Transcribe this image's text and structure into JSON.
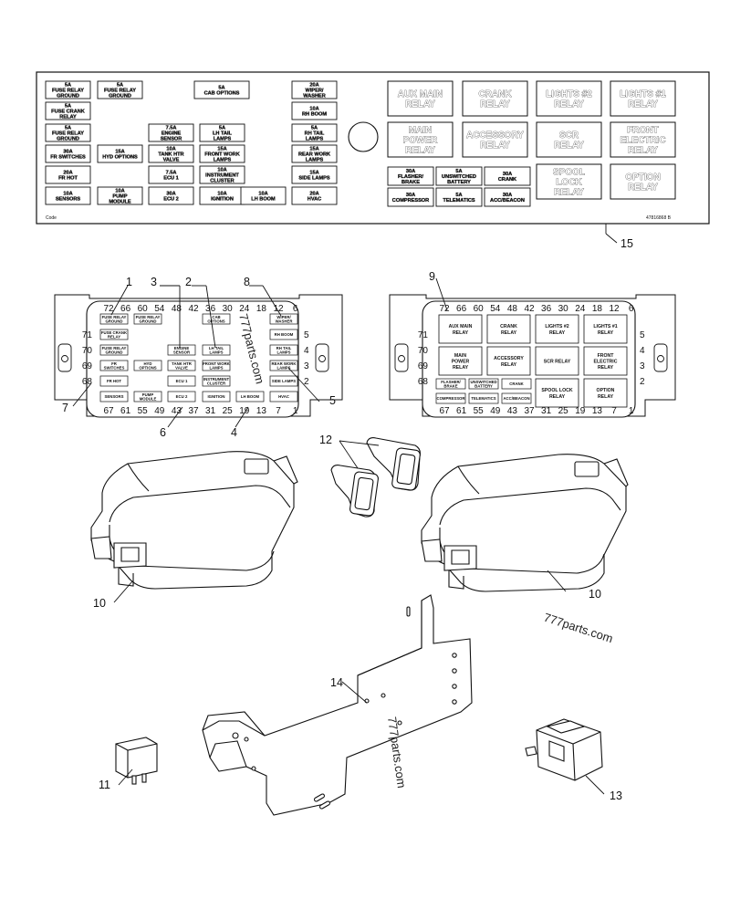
{
  "panel15": {
    "code_label": "Code",
    "part_code": "47816868 B",
    "fuses_left": [
      {
        "t1": "5A",
        "t2": "FUSE RELAY",
        "t3": "GROUND"
      },
      {
        "t1": "5A",
        "t2": "FUSE RELAY",
        "t3": "GROUND"
      },
      {
        "t1": "5A",
        "t2": "FUSE CRANK",
        "t3": "RELAY"
      },
      {
        "t1": "5A",
        "t2": "FUSE RELAY",
        "t3": "GROUND"
      },
      {
        "t1": "30A",
        "t2": "FR SWITCHES",
        "t3": ""
      },
      {
        "t1": "15A",
        "t2": "HYD OPTIONS",
        "t3": ""
      },
      {
        "t1": "7.5A",
        "t2": "ENGINE",
        "t3": "SENSOR"
      },
      {
        "t1": "5A",
        "t2": "LH TAIL",
        "t3": "LAMPS"
      },
      {
        "t1": "10A",
        "t2": "TANK HTR",
        "t3": "VALVE"
      },
      {
        "t1": "15A",
        "t2": "FRONT WORK",
        "t3": "LAMPS"
      },
      {
        "t1": "20A",
        "t2": "FR HOT",
        "t3": ""
      },
      {
        "t1": "7.5A",
        "t2": "ECU 1",
        "t3": ""
      },
      {
        "t1": "10A",
        "t2": "INSTRUMENT",
        "t3": "CLUSTER"
      },
      {
        "t1": "10A",
        "t2": "SENSORS",
        "t3": ""
      },
      {
        "t1": "10A",
        "t2": "PUMP",
        "t3": "MODULE"
      },
      {
        "t1": "30A",
        "t2": "ECU 2",
        "t3": ""
      },
      {
        "t1": "10A",
        "t2": "IGNITION",
        "t3": ""
      },
      {
        "t1": "10A",
        "t2": "LH BOOM",
        "t3": ""
      },
      {
        "t1": "20A",
        "t2": "HVAC",
        "t3": ""
      },
      {
        "t1": "5A",
        "t2": "CAB OPTIONS",
        "t3": ""
      },
      {
        "t1": "20A",
        "t2": "WIPER/",
        "t3": "WASHER"
      },
      {
        "t1": "10A",
        "t2": "RH BOOM",
        "t3": ""
      },
      {
        "t1": "5A",
        "t2": "RH TAIL",
        "t3": "LAMPS"
      },
      {
        "t1": "15A",
        "t2": "REAR WORK",
        "t3": "LAMPS"
      },
      {
        "t1": "15A",
        "t2": "SIDE LAMPS",
        "t3": ""
      }
    ],
    "relays": [
      {
        "l1": "AUX MAIN",
        "l2": "RELAY",
        "l3": ""
      },
      {
        "l1": "CRANK",
        "l2": "RELAY",
        "l3": ""
      },
      {
        "l1": "LIGHTS #2",
        "l2": "RELAY",
        "l3": ""
      },
      {
        "l1": "LIGHTS #1",
        "l2": "RELAY",
        "l3": ""
      },
      {
        "l1": "MAIN",
        "l2": "POWER",
        "l3": "RELAY"
      },
      {
        "l1": "ACCESSORY",
        "l2": "RELAY",
        "l3": ""
      },
      {
        "l1": "SCR",
        "l2": "RELAY",
        "l3": ""
      },
      {
        "l1": "FRONT",
        "l2": "ELECTRIC",
        "l3": "RELAY"
      },
      {
        "l1": "SPOOL",
        "l2": "LOCK",
        "l3": "RELAY"
      },
      {
        "l1": "OPTION",
        "l2": "RELAY",
        "l3": ""
      }
    ],
    "small_fuses": [
      {
        "t1": "30A",
        "t2": "FLASHER/",
        "t3": "BRAKE"
      },
      {
        "t1": "5A",
        "t2": "UNSWITCHED",
        "t3": "BATTERY"
      },
      {
        "t1": "30A",
        "t2": "CRANK",
        "t3": ""
      },
      {
        "t1": "30A",
        "t2": "COMPRESSOR",
        "t3": ""
      },
      {
        "t1": "5A",
        "t2": "TELEMATICS",
        "t3": ""
      },
      {
        "t1": "30A",
        "t2": "ACC/BEACON",
        "t3": ""
      }
    ]
  },
  "box_left": {
    "top_numbers": [
      "72",
      "66",
      "60",
      "54",
      "48",
      "42",
      "36",
      "30",
      "24",
      "18",
      "12",
      "6"
    ],
    "bottom_numbers": [
      "67",
      "61",
      "55",
      "49",
      "43",
      "37",
      "31",
      "25",
      "19",
      "13",
      "7",
      "1"
    ],
    "left_numbers": [
      "71",
      "70",
      "69",
      "68"
    ],
    "right_numbers": [
      "5",
      "4",
      "3",
      "2"
    ],
    "labels": [
      "FUSE RELAY GROUND",
      "FUSE RELAY GROUND",
      "CAB OPTIONS",
      "WIPER/ WASHER",
      "FUSE CRANK RELAY",
      "RH BOOM",
      "FUSE RELAY GROUND",
      "ENGINE SENSOR",
      "LH TAIL LAMPS",
      "RH TAIL LAMPS",
      "FR SWITCHES",
      "HYD OPTIONS",
      "TANK HTR VALVE",
      "FRONT WORK LAMPS",
      "REAR WORK LAMPS",
      "FR HOT",
      "ECU 1",
      "INSTRUMENT CLUSTER",
      "SIDE LAMPS",
      "SENSORS",
      "PUMP MODULE",
      "ECU 2",
      "IGNITION",
      "LH BOOM",
      "HVAC"
    ]
  },
  "box_right": {
    "top_numbers": [
      "72",
      "66",
      "60",
      "54",
      "48",
      "42",
      "36",
      "30",
      "24",
      "18",
      "12",
      "6"
    ],
    "bottom_numbers": [
      "67",
      "61",
      "55",
      "49",
      "43",
      "37",
      "31",
      "25",
      "19",
      "13",
      "7",
      "1"
    ],
    "left_numbers": [
      "71",
      "70",
      "69",
      "68"
    ],
    "right_numbers": [
      "5",
      "4",
      "3",
      "2"
    ],
    "relays": [
      {
        "l1": "AUX MAIN",
        "l2": "RELAY",
        "l3": ""
      },
      {
        "l1": "CRANK",
        "l2": "RELAY",
        "l3": ""
      },
      {
        "l1": "LIGHTS #2",
        "l2": "RELAY",
        "l3": ""
      },
      {
        "l1": "LIGHTS #1",
        "l2": "RELAY",
        "l3": ""
      },
      {
        "l1": "MAIN",
        "l2": "POWER",
        "l3": "RELAY"
      },
      {
        "l1": "ACCESSORY",
        "l2": "RELAY",
        "l3": ""
      },
      {
        "l1": "SCR RELAY",
        "l2": "",
        "l3": ""
      },
      {
        "l1": "FRONT",
        "l2": "ELECTRIC",
        "l3": "RELAY"
      },
      {
        "l1": "SPOOL LOCK",
        "l2": "RELAY",
        "l3": ""
      },
      {
        "l1": "OPTION",
        "l2": "RELAY",
        "l3": ""
      }
    ],
    "small": [
      "FLASHER/ BRAKE",
      "UNSWITCHED BATTERY",
      "CRANK",
      "COMPRESSOR",
      "TELEMATICS",
      "ACC/BEACON"
    ]
  },
  "callouts": [
    "1",
    "2",
    "3",
    "4",
    "5",
    "6",
    "7",
    "8",
    "9",
    "10",
    "10",
    "11",
    "12",
    "13",
    "14",
    "15"
  ],
  "watermark": "777parts.com"
}
